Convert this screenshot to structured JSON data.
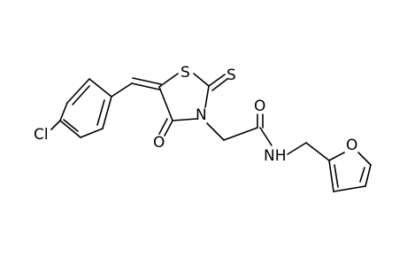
{
  "molecule": {
    "atoms": {
      "chlorine": "Cl",
      "ring_sulfur": "S",
      "thione_sulfur": "S",
      "ring_nitrogen": "N",
      "ketone_oxygen": "O",
      "amide_oxygen": "O",
      "amide_nh": "NH",
      "furan_oxygen": "O"
    }
  }
}
